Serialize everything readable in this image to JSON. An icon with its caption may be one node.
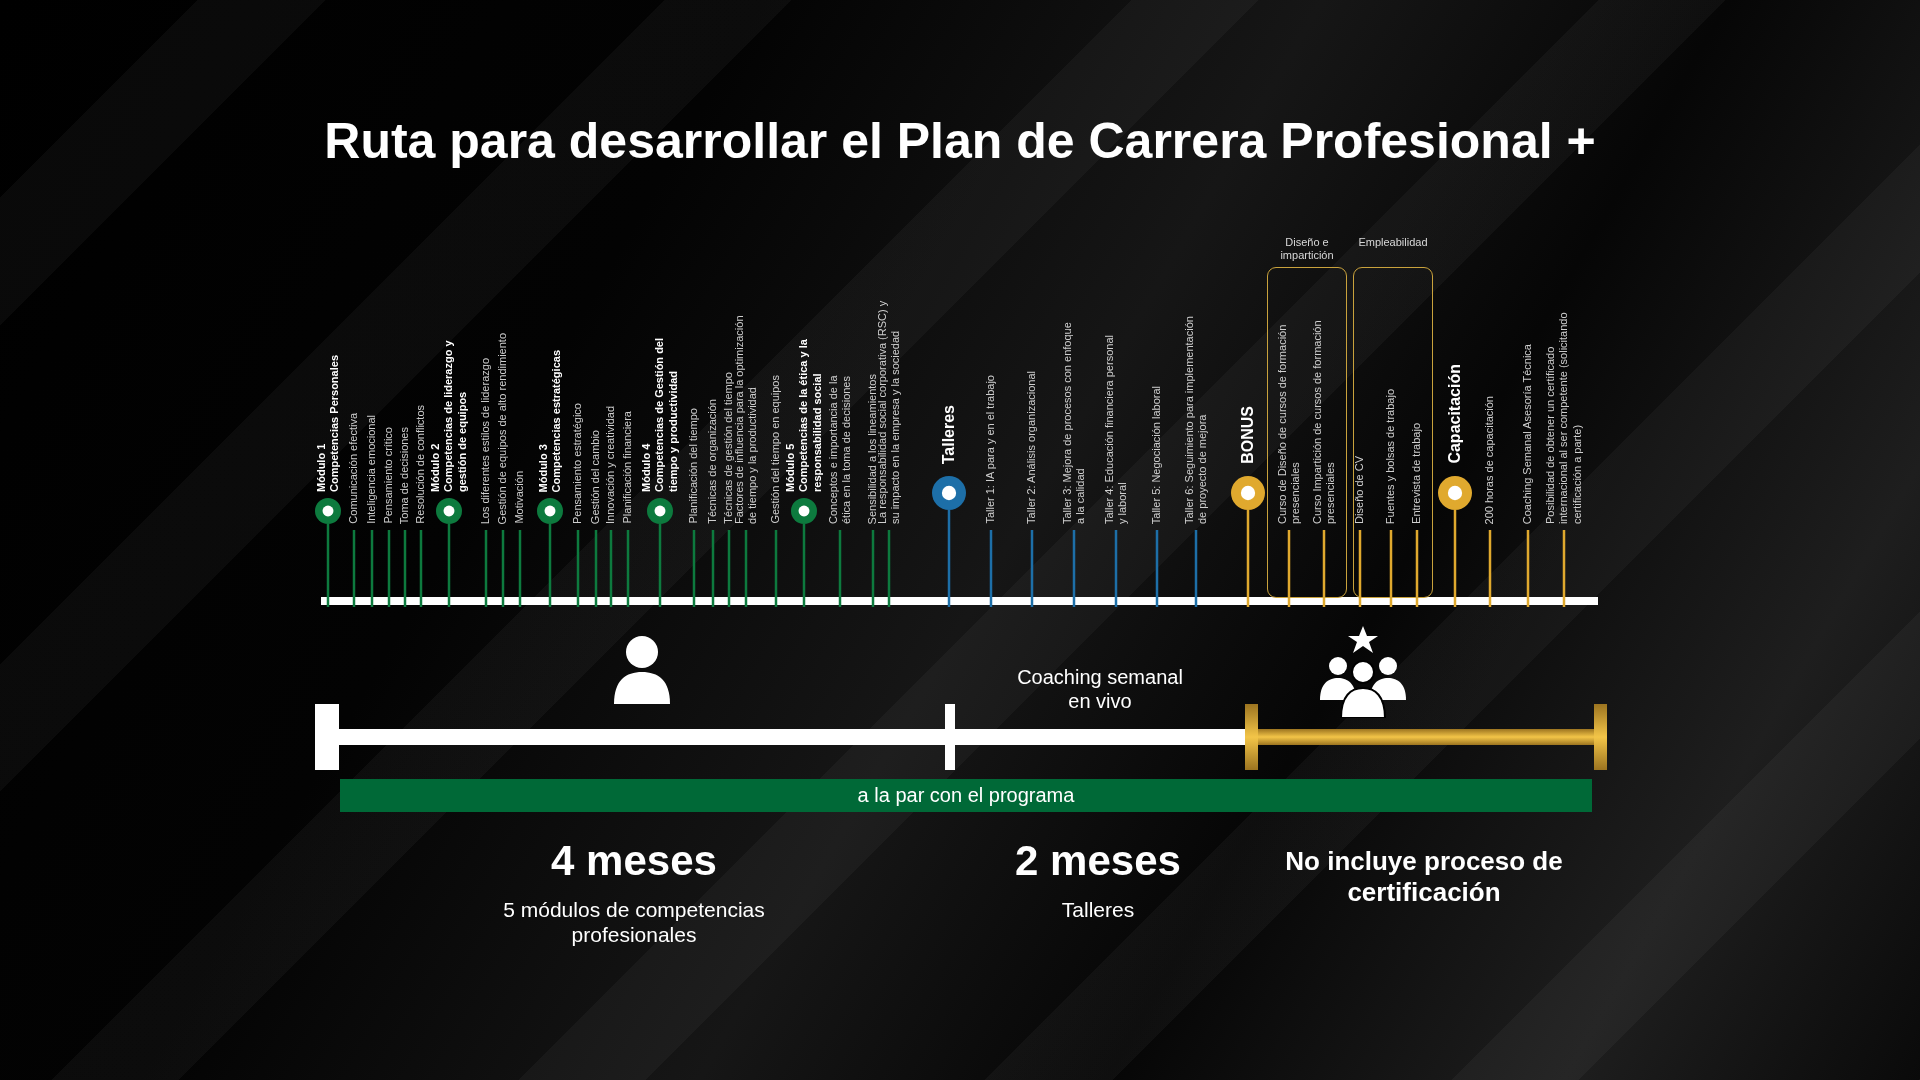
{
  "diagram": {
    "title": "Ruta para desarrollar el Plan de Carrera Profesional +",
    "nodes": [
      {
        "text": [
          "Módulo 1",
          "Competencias Personales"
        ]
      },
      {
        "text": [
          "Comunicación efectiva"
        ]
      },
      {
        "text": [
          "Inteligencia emocional"
        ]
      },
      {
        "text": [
          "Pensamiento crítico"
        ]
      },
      {
        "text": [
          "Toma de decisiones"
        ]
      },
      {
        "text": [
          "Resolución de conflictos"
        ]
      },
      {
        "text": [
          "Módulo 2",
          "Competencias de liderazgo y gestión de equipos"
        ]
      },
      {
        "text": [
          "Los diferentes estilos de liderazgo"
        ]
      },
      {
        "text": [
          "Gestión de equipos de alto rendimiento"
        ]
      },
      {
        "text": [
          "Motivación"
        ]
      },
      {
        "text": [
          "Módulo 3",
          "Competencias estratégicas"
        ]
      },
      {
        "text": [
          "Pensamiento estratégico"
        ]
      },
      {
        "text": [
          "Gestión del cambio"
        ]
      },
      {
        "text": [
          "Innovación y creatividad"
        ]
      },
      {
        "text": [
          "Planificación financiera"
        ]
      },
      {
        "text": [
          "Módulo 4",
          "Competencias de Gestión del tiempo y productividad"
        ]
      },
      {
        "text": [
          "Planificación del tiempo"
        ]
      },
      {
        "text": [
          "Técnicas de organización"
        ]
      },
      {
        "text": [
          "Técnicas de gestión del tiempo"
        ]
      },
      {
        "text": [
          "Factores de influencia para la optimización de tiempo y la productividad"
        ]
      },
      {
        "text": [
          "Gestión del tiempo en equipos"
        ]
      },
      {
        "text": [
          "Módulo 5",
          "Competencias de la ética y la responsabilidad social"
        ]
      },
      {
        "text": [
          "Conceptos e importancia de la ética en la toma de decisiones"
        ]
      },
      {
        "text": [
          "Sensibilidad a los lineamientos"
        ]
      },
      {
        "text": [
          "La responsabilidad social corporativa (RSC) y su impacto en la empresa y la sociedad"
        ]
      },
      {
        "text": [
          "Talleres"
        ]
      },
      {
        "text": [
          "Taller 1:  IA para y en el trabajo"
        ]
      },
      {
        "text": [
          "Taller 2: Análisis organizacional"
        ]
      },
      {
        "text": [
          "Taller 3: Mejora de procesos con enfoque a la calidad"
        ]
      },
      {
        "text": [
          "Taller 4:  Educación financiera personal y laboral"
        ]
      },
      {
        "text": [
          "Taller 5:  Negociación laboral"
        ]
      },
      {
        "text": [
          "Taller 6:  Seguimiento para implementación de proyecto de mejora"
        ]
      },
      {
        "text": [
          "BONUS"
        ]
      },
      {
        "text": [
          "Diseño e impartición"
        ]
      },
      {
        "text": [
          "Curso de Diseño de cursos de formación presenciales"
        ],
        "in": 33
      },
      {
        "text": [
          "Curso Impartición de cursos de formación presenciales"
        ],
        "in": 33
      },
      {
        "text": [
          "Empleabilidad"
        ]
      },
      {
        "text": [
          "Diseño de CV"
        ],
        "in": 36
      },
      {
        "text": [
          "Fuentes y bolsas de trabajo"
        ],
        "in": 36
      },
      {
        "text": [
          "Entrevista de trabajo"
        ],
        "in": 36
      },
      {
        "text": [
          "Capacitación"
        ]
      },
      {
        "text": [
          "200 horas de capacitación"
        ]
      },
      {
        "text": [
          "Coaching Semanal Asesoría Técnica"
        ]
      },
      {
        "text": [
          "Posibilidad de obtener un certificado internacional al ser competente (solicitando certificación a parte)"
        ]
      },
      {
        "text": [
          "a la par con el programa"
        ]
      }
    ],
    "labels": [
      "Coaching semanal en vivo",
      "4 meses",
      "5 módulos de competencias profesionales",
      "2 meses",
      "Talleres",
      "No incluye proceso de certificación"
    ]
  }
}
